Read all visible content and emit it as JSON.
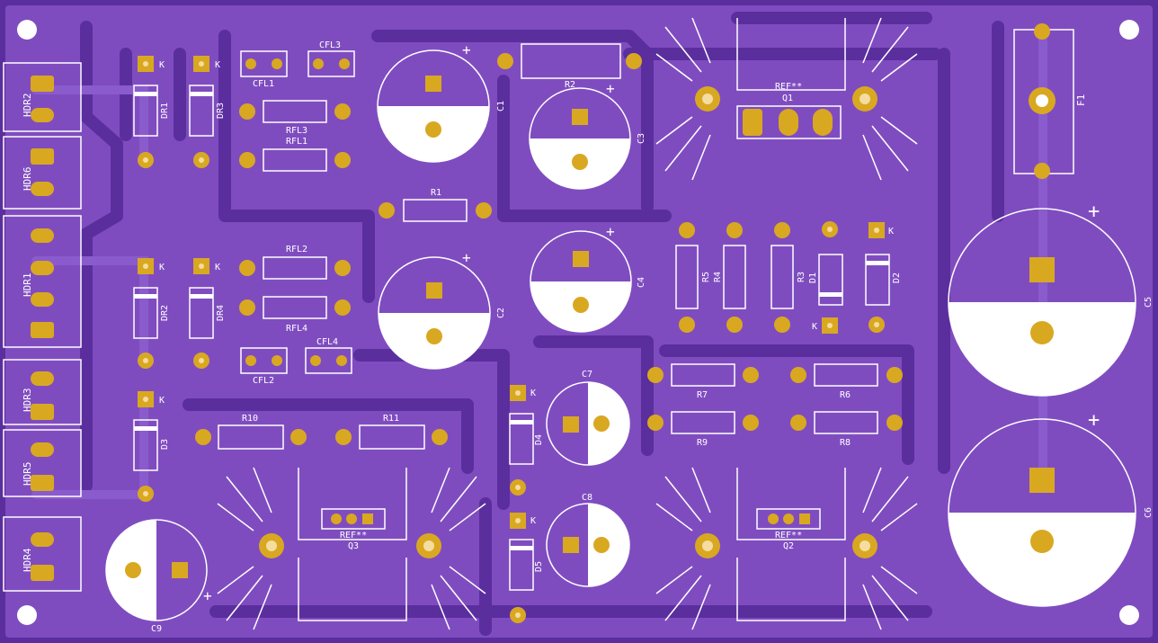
{
  "colors": {
    "board": "#5b2e9e",
    "copper": "#7f4cc0",
    "silkscreen": "#ffffff",
    "pad": "#d9a821",
    "pad_hole": "#f5dca0"
  },
  "labels": {
    "HDR2": "HDR2",
    "HDR6": "HDR6",
    "HDR1": "HDR1",
    "HDR3": "HDR3",
    "HDR5": "HDR5",
    "HDR4": "HDR4",
    "DR1": "DR1",
    "DR3": "DR3",
    "DR2": "DR2",
    "DR4": "DR4",
    "D3": "D3",
    "D4": "D4",
    "D5": "D5",
    "D1": "D1",
    "D2": "D2",
    "CFL1": "CFL1",
    "CFL3": "CFL3",
    "CFL2": "CFL2",
    "CFL4": "CFL4",
    "RFL3": "RFL3",
    "RFL1": "RFL1",
    "RFL2": "RFL2",
    "RFL4": "RFL4",
    "R1": "R1",
    "R2": "R2",
    "R3": "R3",
    "R4": "R4",
    "R5": "R5",
    "R6": "R6",
    "R7": "R7",
    "R8": "R8",
    "R9": "R9",
    "R10": "R10",
    "R11": "R11",
    "C1": "C1",
    "C2": "C2",
    "C3": "C3",
    "C4": "C4",
    "C5": "C5",
    "C6": "C6",
    "C7": "C7",
    "C8": "C8",
    "C9": "C9",
    "Q1": "Q1",
    "Q2": "Q2",
    "Q3": "Q3",
    "REF1": "REF**",
    "REF2": "REF**",
    "REF3": "REF**",
    "F1": "F1",
    "K": "K",
    "plus": "+"
  }
}
